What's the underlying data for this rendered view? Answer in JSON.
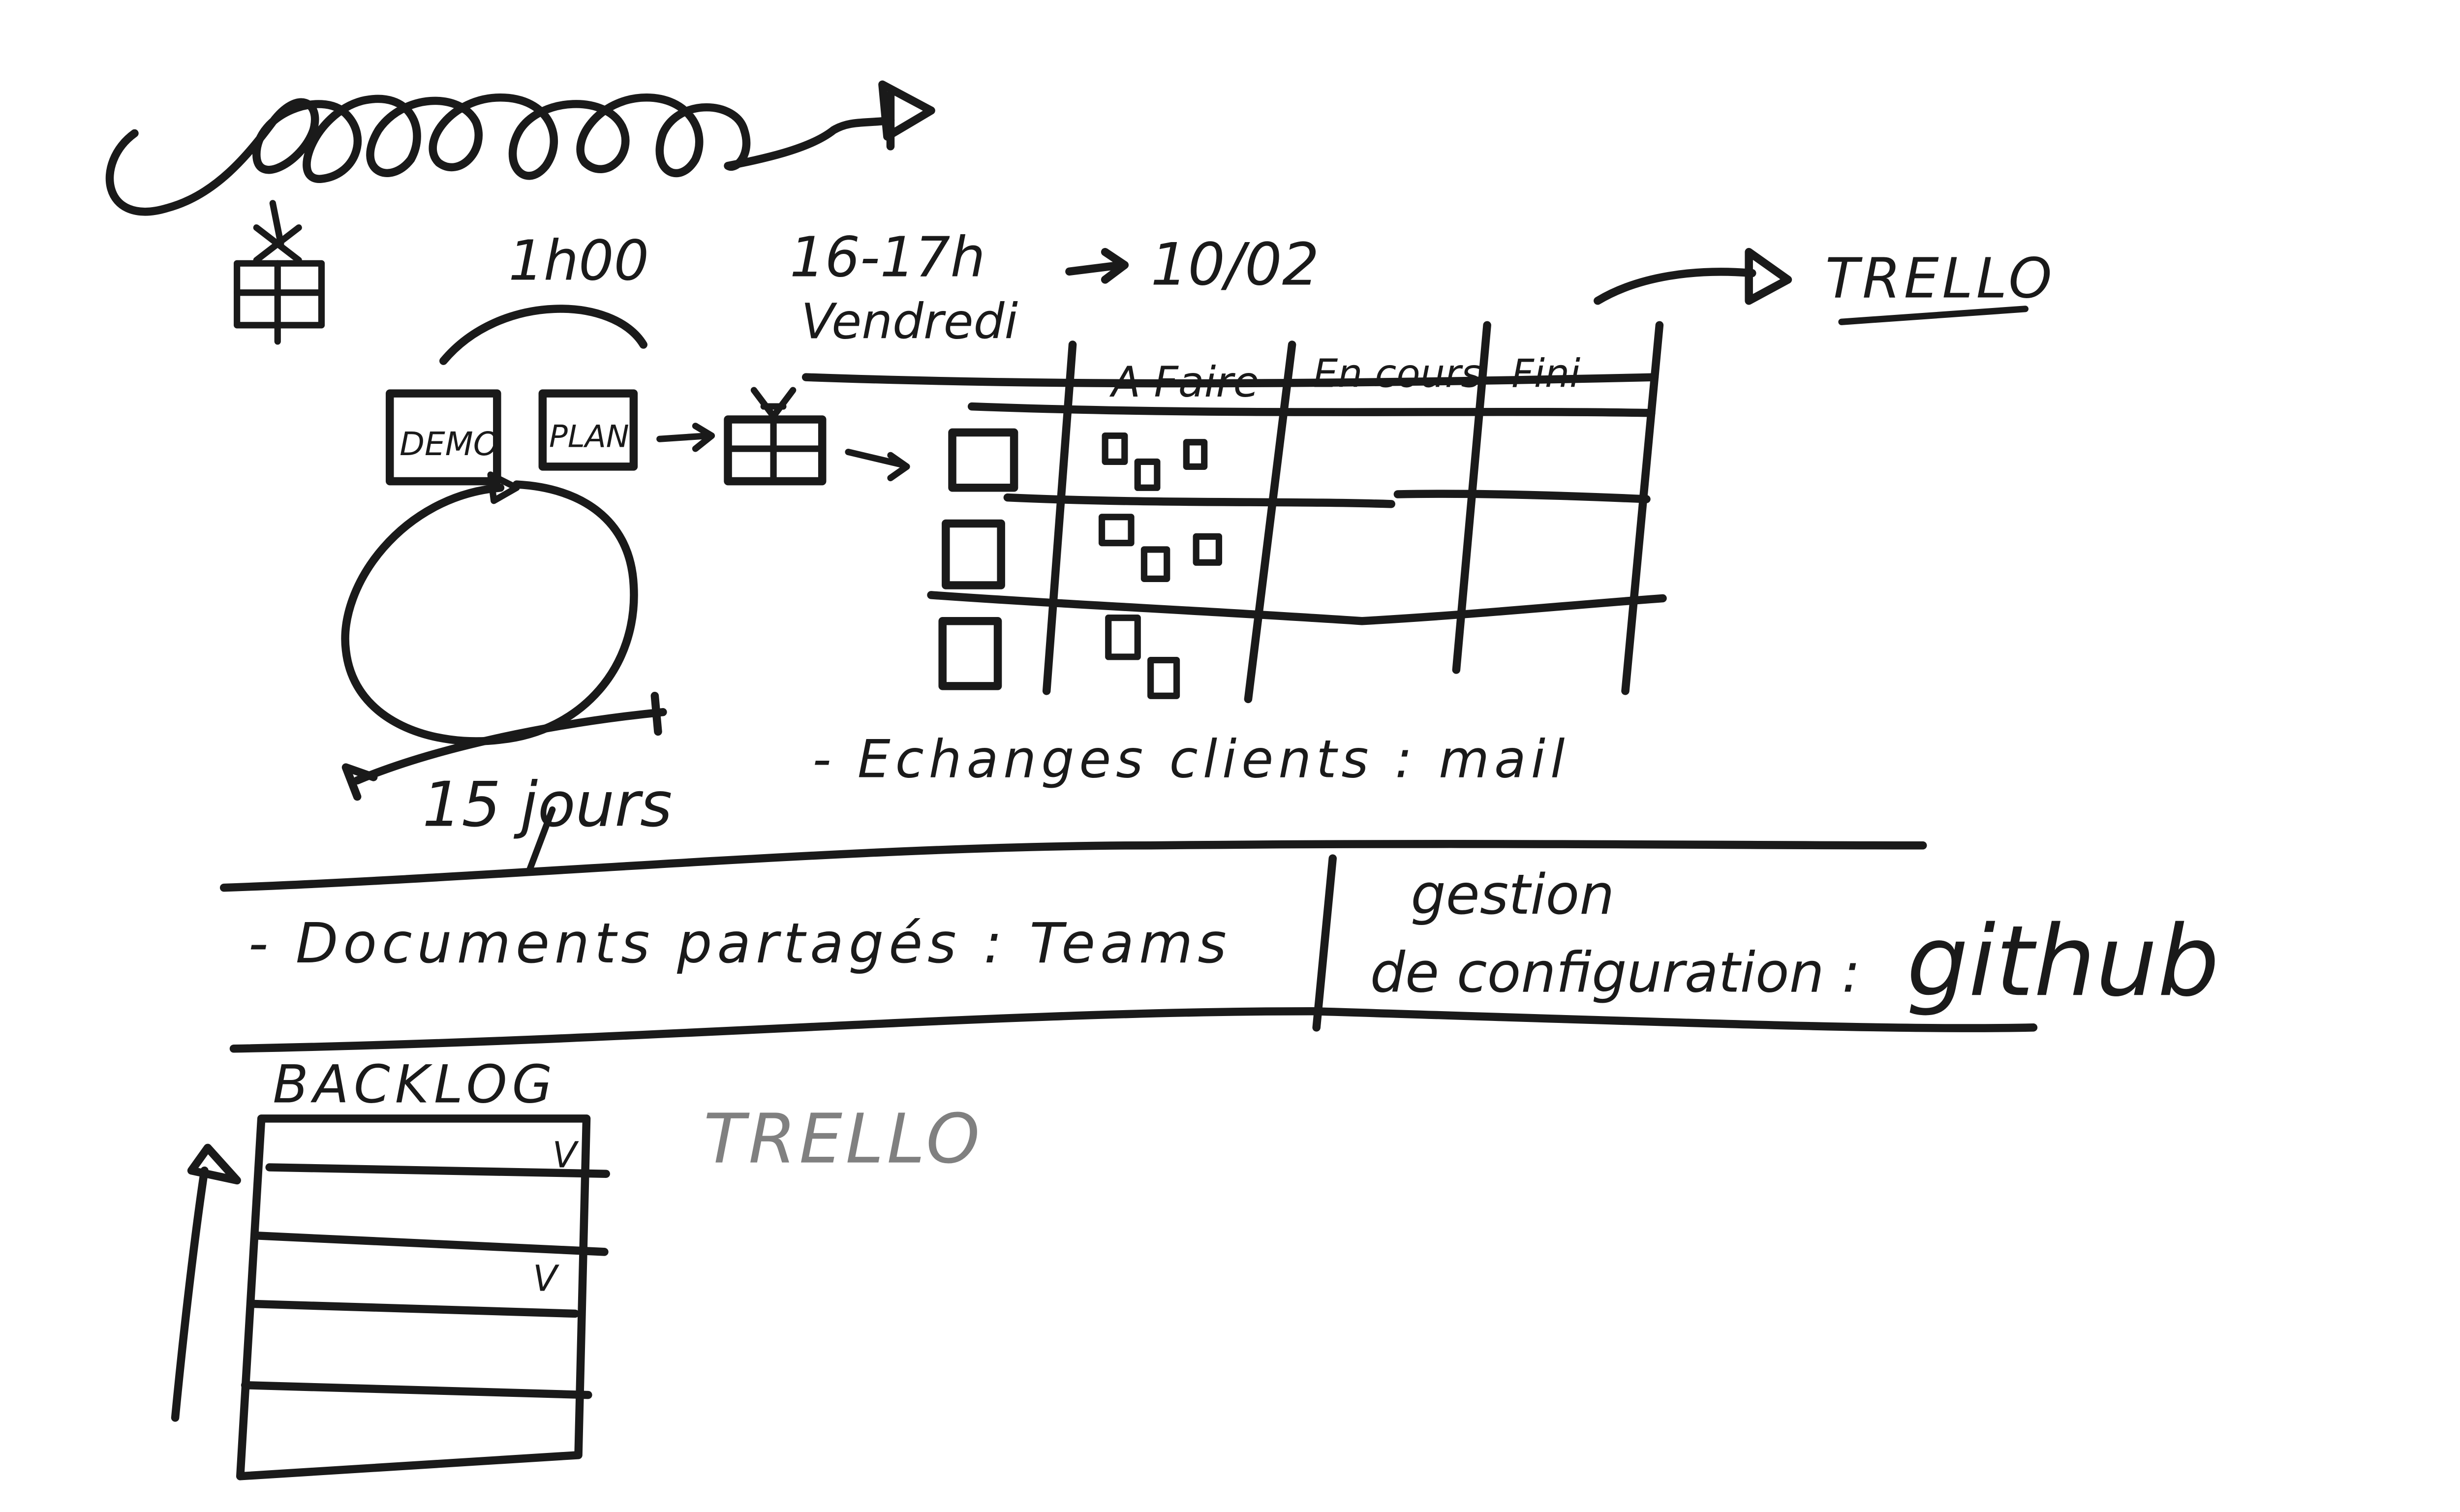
{
  "sprint": {
    "duration": "1h00",
    "meeting_time": "16-17h",
    "meeting_day": "Vendredi",
    "start_date": "10/02",
    "tool": "TRELLO",
    "box_demo": "DEMO",
    "box_plan": "PLAN",
    "cycle_length": "15 jours"
  },
  "board_columns": [
    "A Faire",
    "En cours",
    "Fini"
  ],
  "notes": {
    "exchanges": "- Echanges clients : mail",
    "documents": "- Documents partagés : Teams",
    "config_label_1": "gestion",
    "config_label_2": "de configuration :",
    "config_value": "github"
  },
  "backlog": {
    "title": "BACKLOG",
    "tool": "TRELLO",
    "check_1": "V",
    "check_2": "V"
  },
  "colors": {
    "ink": "#1a1a1a",
    "grey_ink": "#808080",
    "background": "#ffffff"
  }
}
